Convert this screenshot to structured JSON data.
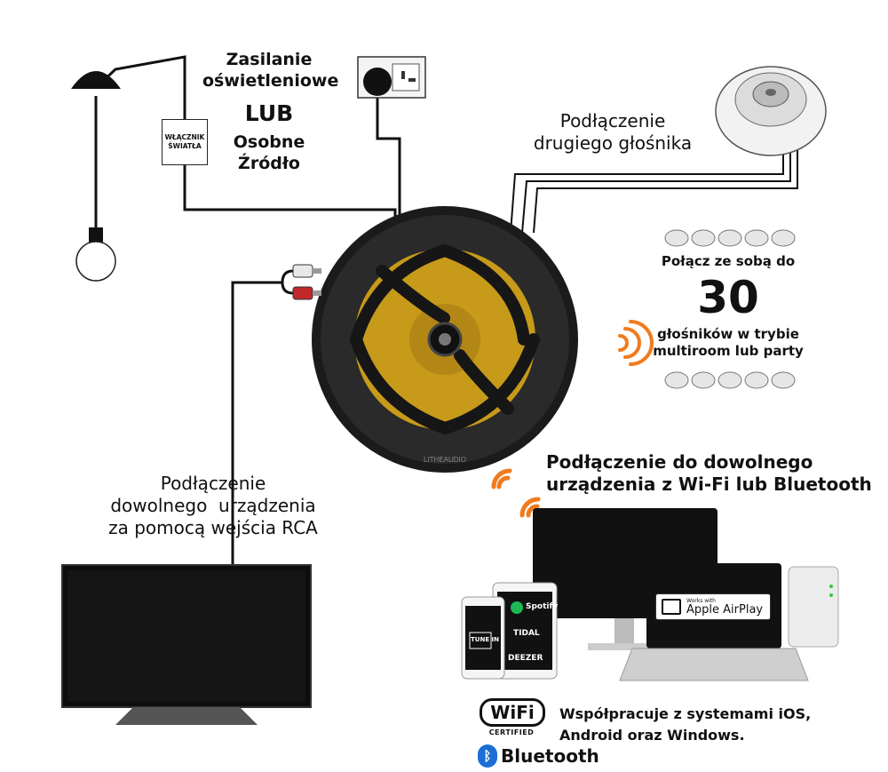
{
  "power": {
    "line1": "Zasilanie",
    "line2": "oświetleniowe",
    "or": "LUB",
    "line3": "Osobne",
    "line4": "Źródło"
  },
  "switch": {
    "line1": "WŁĄCZNIK",
    "line2": "ŚWIATŁA"
  },
  "second_speaker": {
    "line1": "Podłączenie",
    "line2": "drugiego głośnika"
  },
  "multiroom": {
    "line1": "Połącz ze sobą do",
    "number": "30",
    "line2": "głośników w trybie",
    "line3": "multiroom lub party"
  },
  "rca": {
    "line1": "Podłączenie",
    "line2": "dowolnego  urządzenia",
    "line3": "za pomocą wejścia RCA"
  },
  "wifi_bt": {
    "line1": "Podłączenie do dowolnego",
    "line2_a": "urządzenia z ",
    "line2_b": "Wi-Fi",
    "line2_c": " lub ",
    "line2_d": "Bluetooth"
  },
  "compat": {
    "line1": "Współpracuje z systemami iOS,",
    "line2": "Android oraz Windows."
  },
  "logos": {
    "wifi": "WiFi",
    "wifi_cert": "CERTIFIED",
    "bluetooth": "Bluetooth",
    "airplay_small": "Works with",
    "airplay": "Apple AirPlay",
    "spotify": "Spotify",
    "tidal": "TIDAL",
    "deezer": "DEEZER",
    "tunein": "TUNE IN",
    "speaker_brand": "LITHEAUDIO"
  },
  "colors": {
    "wifi_arc": "#f07b1e",
    "speaker_cone": "#c79a1a",
    "cable": "#111111",
    "rca_red": "#c0282b"
  }
}
